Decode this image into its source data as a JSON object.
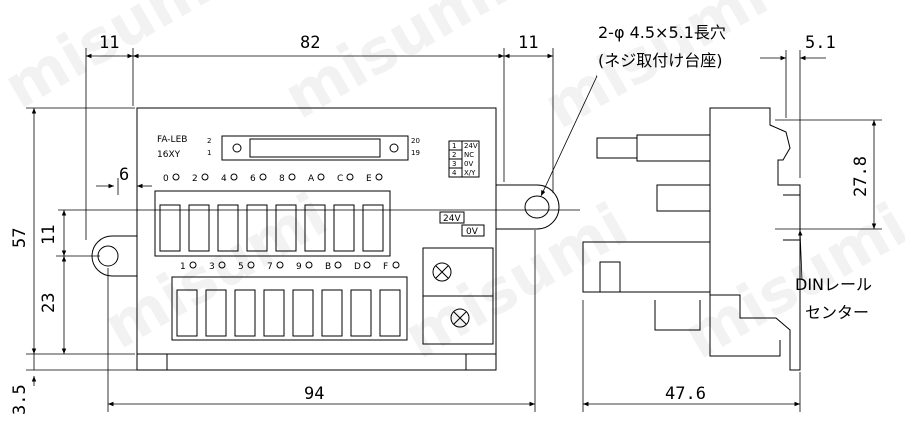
{
  "title": "2-φ  4.5×5.1長穴",
  "subtitle": "(ネジ取付け台座)",
  "watermark": "misumi",
  "front": {
    "model": "FA-LEB",
    "suffix": "16XY",
    "pin_labels": [
      "2",
      "1",
      "20",
      "19"
    ],
    "legend": [
      "1",
      "2",
      "3",
      "4"
    ],
    "legend_values": [
      "24V",
      "NC",
      "0V",
      "X/Y"
    ],
    "top_row": [
      "0",
      "2",
      "4",
      "6",
      "8",
      "A",
      "C",
      "E"
    ],
    "bottom_row": [
      "1",
      "3",
      "5",
      "7",
      "9",
      "B",
      "D",
      "F"
    ],
    "power": [
      "24V",
      "0V"
    ]
  },
  "dims": {
    "w11a": "11",
    "w82": "82",
    "w11b": "11",
    "w51": "5.1",
    "w6": "6",
    "h57": "57",
    "h11": "11",
    "h23": "23",
    "h35": "3.5",
    "w94": "94",
    "h278": "27.8",
    "w476": "47.6"
  },
  "side": {
    "label1": "DINレール",
    "label2": "センター"
  }
}
